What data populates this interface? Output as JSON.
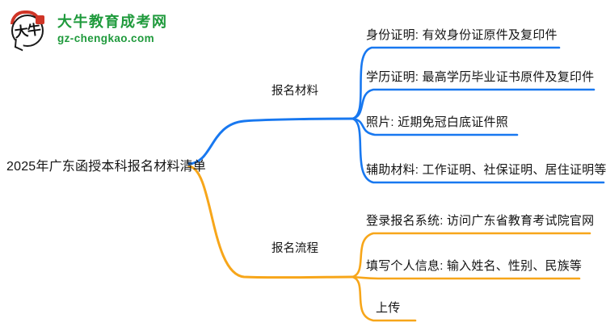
{
  "logo": {
    "icon_text": "大牛",
    "title": "大牛教育成考网",
    "domain": "gz-chengkao.com"
  },
  "mindmap": {
    "root": {
      "label": "2025年广东函授本科报名材料清单"
    },
    "branches": [
      {
        "label": "报名材料",
        "children": [
          "身份证明: 有效身份证原件及复印件",
          "学历证明: 最高学历毕业证书原件及复印件",
          "照片: 近期免冠白底证件照",
          "辅助材料: 工作证明、社保证明、居住证明等"
        ]
      },
      {
        "label": "报名流程",
        "children": [
          "登录报名系统: 访问广东省教育考试院官网",
          "填写个人信息: 输入姓名、性别、民族等",
          "上传"
        ]
      }
    ]
  },
  "colors": {
    "branch_materials": "#1878f0",
    "branch_process": "#f7a61a",
    "logo_green": "#1f9a3c",
    "logo_red": "#cf3527",
    "text": "#141414"
  }
}
